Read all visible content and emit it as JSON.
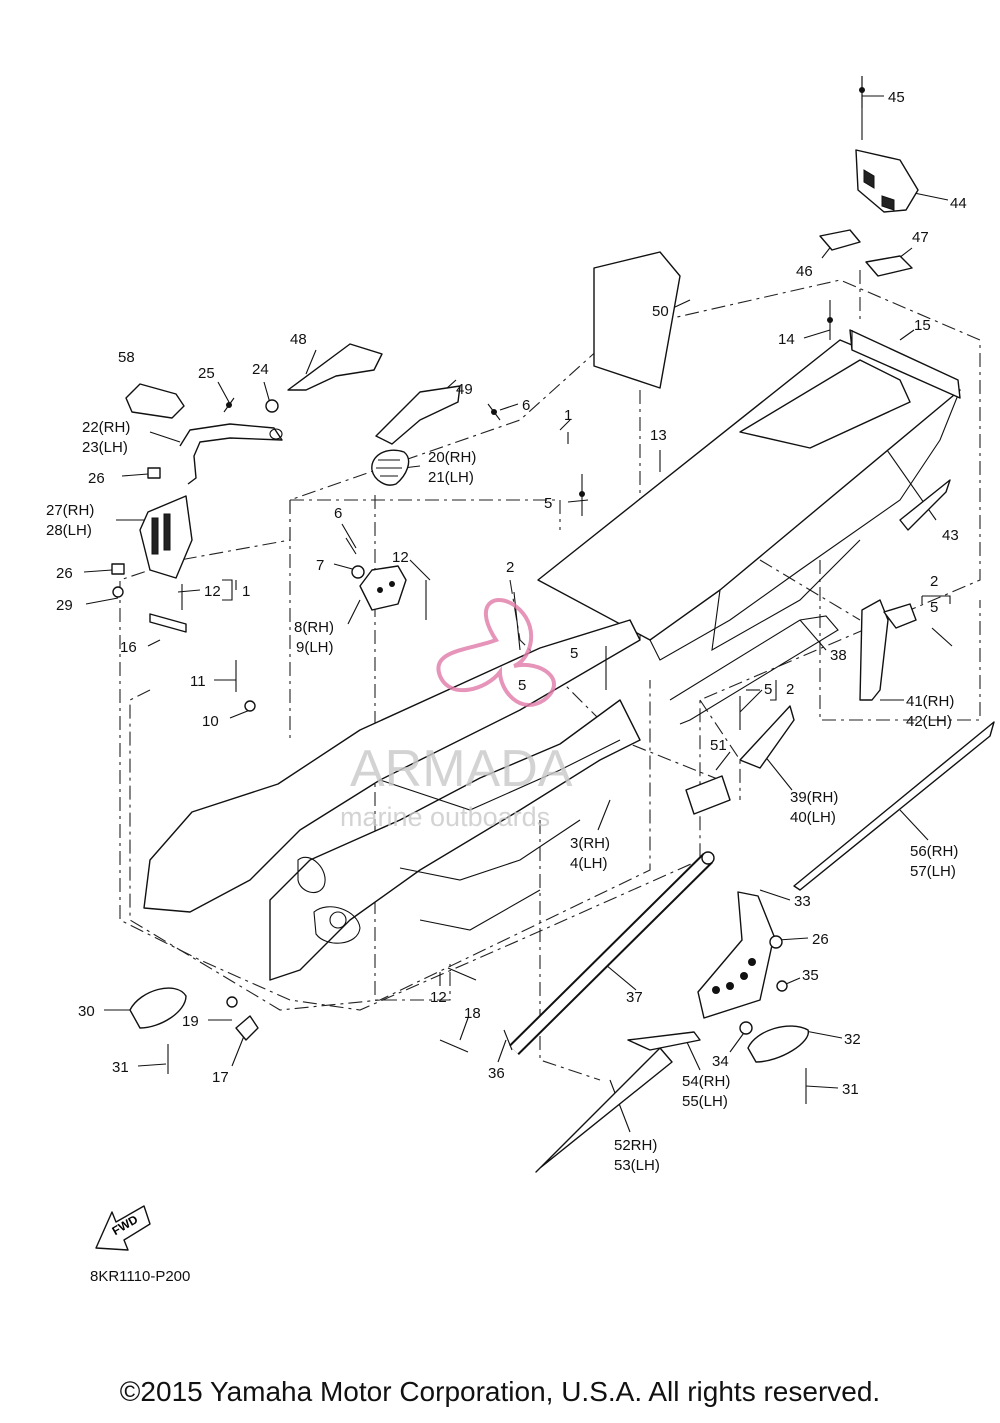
{
  "diagram": {
    "code": "8KR1110-P200",
    "copyright": "©2015 Yamaha Motor Corporation, U.S.A. All rights reserved.",
    "fwd_label": "FWD",
    "watermark": {
      "brand": "ARMADA",
      "subtitle": "marine outboards",
      "color": "#e07aa8"
    }
  },
  "callouts": {
    "c1": "1",
    "c2": "2",
    "c2b": "2",
    "c2c": "2",
    "c3_4": "3(RH)",
    "c4": "4(LH)",
    "c5a": "5",
    "c5b": "5",
    "c5c": "5",
    "c5d": "5",
    "c5e": "5",
    "c6a": "6",
    "c6b": "6",
    "c7": "7",
    "c8": "8(RH)",
    "c9": "9(LH)",
    "c10": "10",
    "c11": "11",
    "c12a": "12",
    "c12a1": "1",
    "c12b": "12",
    "c12c": "12",
    "c13": "13",
    "c14": "14",
    "c15": "15",
    "c16": "16",
    "c17": "17",
    "c18": "18",
    "c19": "19",
    "c20": "20(RH)",
    "c21": "21(LH)",
    "c22": "22(RH)",
    "c23": "23(LH)",
    "c24": "24",
    "c25": "25",
    "c26a": "26",
    "c26b": "26",
    "c26c": "26",
    "c27": "27(RH)",
    "c28": "28(LH)",
    "c29": "29",
    "c30": "30",
    "c31a": "31",
    "c31b": "31",
    "c32": "32",
    "c33": "33",
    "c34": "34",
    "c35": "35",
    "c36": "36",
    "c37": "37",
    "c38": "38",
    "c39": "39(RH)",
    "c40": "40(LH)",
    "c41": "41(RH)",
    "c42": "42(LH)",
    "c43": "43",
    "c44": "44",
    "c45": "45",
    "c46": "46",
    "c47": "47",
    "c48": "48",
    "c49": "49",
    "c50": "50",
    "c51": "51",
    "c52": "52RH)",
    "c53": "53(LH)",
    "c54": "54(RH)",
    "c55": "55(LH)",
    "c56": "56(RH)",
    "c57": "57(LH)",
    "c58": "58"
  }
}
